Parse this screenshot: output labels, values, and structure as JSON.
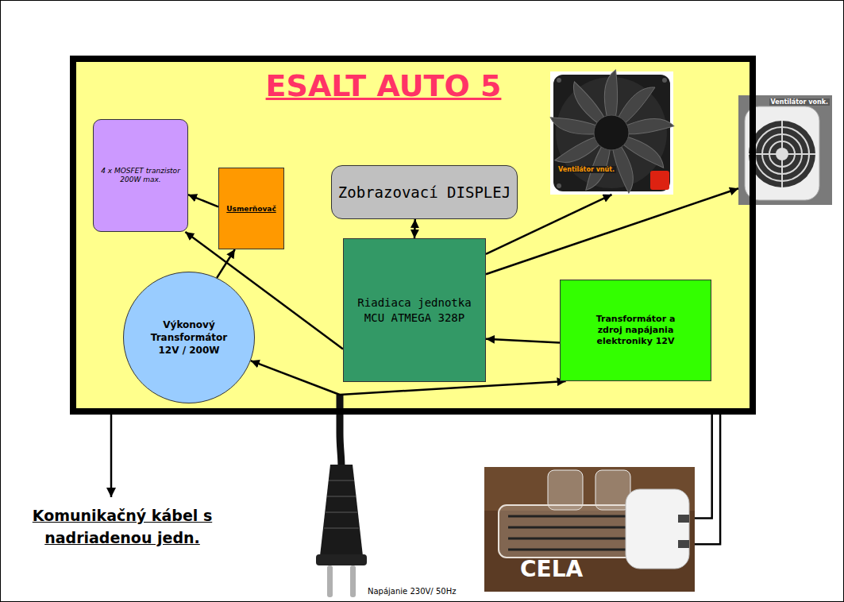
{
  "diagram": {
    "nodes": [
      {
        "text": [
          "ESALT AUTO 5"
        ]
      },
      {
        "text": [
          "Ventilátor vnút."
        ],
        "in": 0
      },
      {
        "text": [
          "Ventilátor vonk."
        ]
      },
      {
        "text": [
          "4 x MOSFET tranzistor 200W max."
        ],
        "in": 0
      },
      {
        "text": [
          "Usmerňovač"
        ],
        "in": 0
      },
      {
        "text": [
          "Zobrazovací DISPLEJ"
        ],
        "in": 0
      },
      {
        "text": [
          "Riadiaca jednotka MCU ATMEGA 328P"
        ],
        "in": 0
      },
      {
        "text": [
          "Transformátor a zdroj napájania elektroniky 12V"
        ],
        "in": 0
      },
      {
        "text": [
          "Výkonový Transformátor 12V / 200W"
        ],
        "in": 0
      },
      {
        "text": [
          "Napájanie 230V/ 50Hz"
        ]
      },
      {
        "text": [
          "CELA"
        ]
      }
    ],
    "edges": [
      {
        "from": 4,
        "to": 3,
        "arrow": "to"
      },
      {
        "from": 8,
        "to": 4,
        "arrow": "to"
      },
      {
        "from": 6,
        "to": 3,
        "arrow": "to"
      },
      {
        "from": 6,
        "to": 5,
        "arrow": "both"
      },
      {
        "from": 6,
        "to": 1,
        "arrow": "to"
      },
      {
        "from": 6,
        "to": 2,
        "arrow": "to"
      },
      {
        "from": 7,
        "to": 6,
        "arrow": "to"
      },
      {
        "from": 9,
        "to": 8,
        "arrow": "to"
      },
      {
        "from": 9,
        "to": 7,
        "arrow": "to"
      },
      {
        "from": 0,
        "to": 10,
        "arrow": "none"
      },
      {
        "from": 0,
        "to": 10,
        "arrow": "none"
      }
    ],
    "labels": [
      "Komunikačný kábel s nadriadenou jedn."
    ]
  }
}
